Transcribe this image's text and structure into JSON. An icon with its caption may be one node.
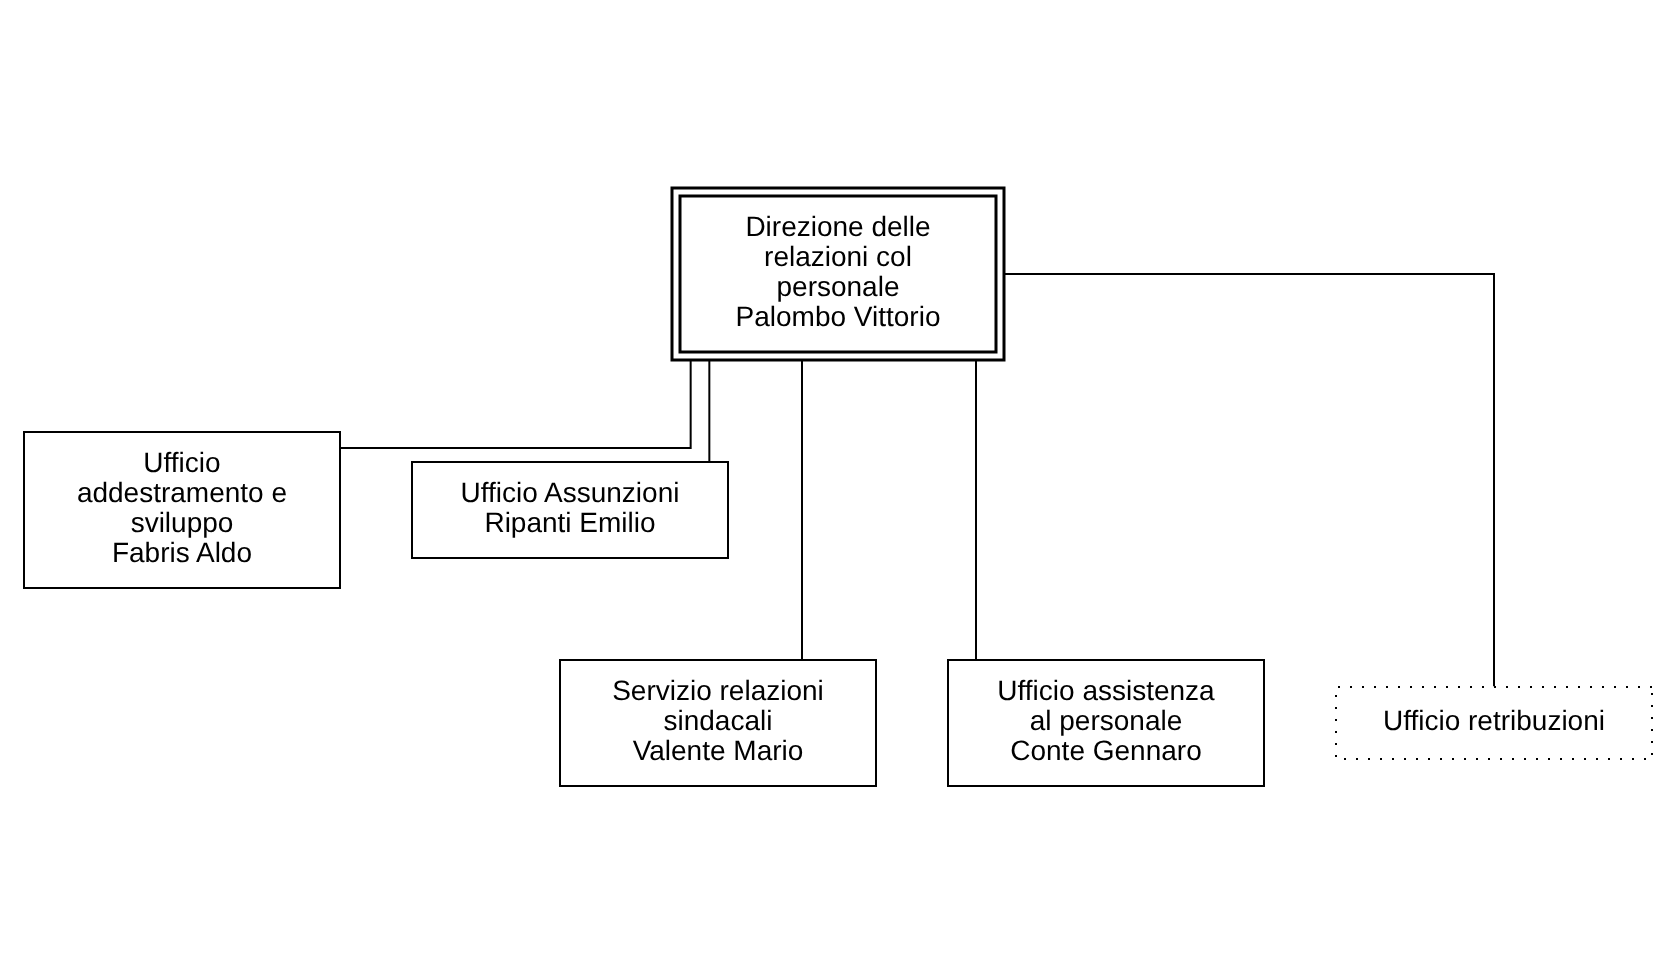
{
  "diagram": {
    "nodes": [
      {
        "text": [
          "Direzione delle relazioni col personale",
          "Palombo Vittorio"
        ]
      },
      {
        "text": [
          "Ufficio addestramento e sviluppo",
          "Fabris Aldo"
        ]
      },
      {
        "text": [
          "Ufficio Assunzioni",
          "Ripanti Emilio"
        ]
      },
      {
        "text": [
          "Servizio relazioni sindacali",
          "Valente Mario"
        ]
      },
      {
        "text": [
          "Ufficio assistenza al personale",
          "Conte Gennaro"
        ]
      },
      {
        "text": [
          "Ufficio retribuzioni"
        ]
      }
    ],
    "edges": [
      {
        "from": 0,
        "to": 1,
        "arrow": "none"
      },
      {
        "from": 0,
        "to": 2,
        "arrow": "none"
      },
      {
        "from": 0,
        "to": 3,
        "arrow": "none"
      },
      {
        "from": 0,
        "to": 4,
        "arrow": "none"
      },
      {
        "from": 0,
        "to": 5,
        "arrow": "none"
      }
    ]
  }
}
